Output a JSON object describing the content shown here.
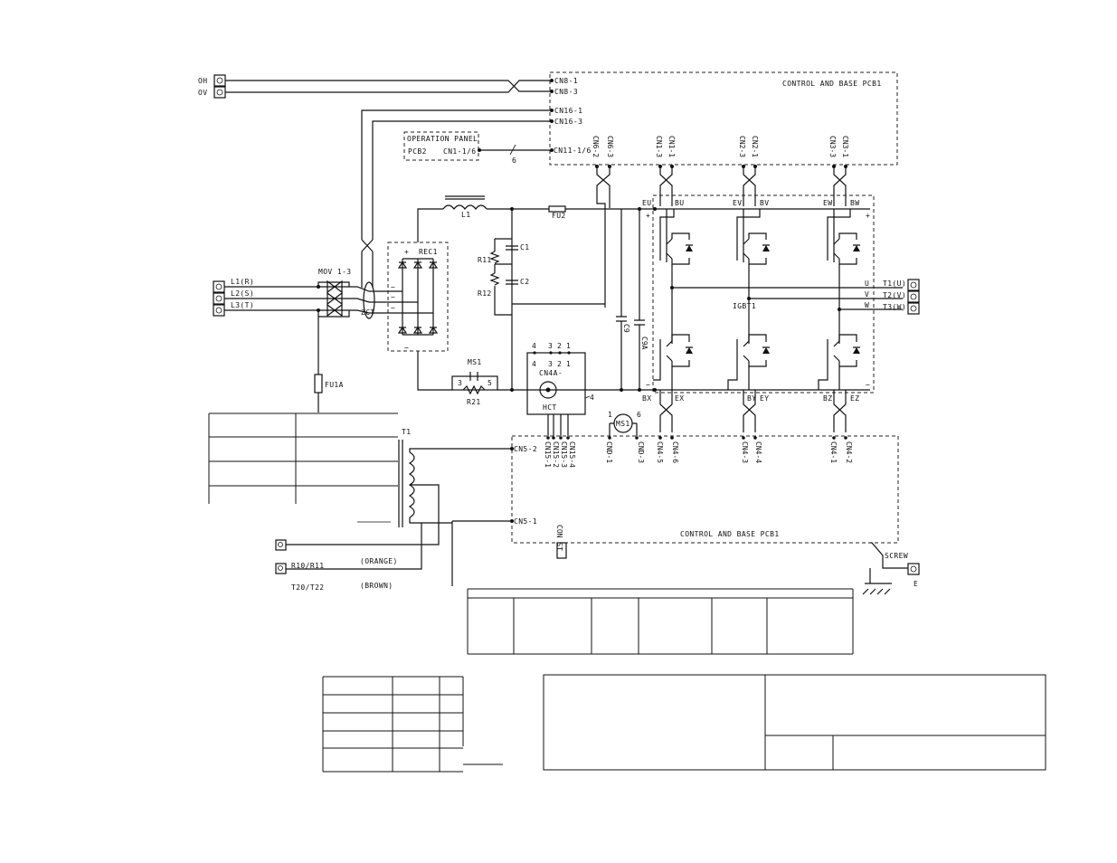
{
  "labels": {
    "oh": "OH",
    "ov": "OV",
    "pcb_top": "CONTROL AND BASE PCB1",
    "pcb_bottom": "CONTROL AND BASE PCB1",
    "cn8_1": "CN8-1",
    "cn8_3": "CN8-3",
    "cn16_1": "CN16-1",
    "cn16_3": "CN16-3",
    "op_panel": "OPERATION PANEL",
    "pcb2": "PCB2",
    "cn1_16": "CN1-1/6",
    "cn11_16": "CN11-1/6",
    "ribbon_count": "6",
    "cn6_2": "CN6-2",
    "cn6_3": "CN6-3",
    "cn1_3": "CN1-3",
    "cn1_1": "CN1-1",
    "cn2_3": "CN2-3",
    "cn2_1": "CN2-1",
    "cn3_3": "CN3-3",
    "cn3_1": "CN3-1",
    "l1_choke": "L1",
    "fu2": "FU2",
    "eu": "EU",
    "bu": "BU",
    "ev": "EV",
    "bv": "BV",
    "ew": "EW",
    "bw": "BW",
    "plus": "+",
    "minus": "−",
    "rec1": "REC1",
    "mov": "MOV 1-3",
    "zct": "ZCT",
    "l1r": "L1(R)",
    "l2s": "L2(S)",
    "l3t": "L3(T)",
    "c1": "C1",
    "c2": "C2",
    "r11": "R11",
    "r12": "R12",
    "c9": "C9",
    "c9a": "C9A",
    "ms1": "MS1",
    "ms1_coil": "MS1",
    "r21": "R21",
    "n3": "3",
    "n5": "5",
    "n4": "4",
    "n1": "1",
    "n6": "6",
    "n2": "2",
    "cn4a": "CN4A-",
    "hct": "HCT",
    "igbt1": "IGBT1",
    "t1u": "T1(U)",
    "t2v": "T2(V)",
    "t3w": "T3(W)",
    "u": "U",
    "v": "V",
    "w": "W",
    "bx": "BX",
    "ex": "EX",
    "by": "BY",
    "ey": "EY",
    "bz": "BZ",
    "ez": "EZ",
    "fu1a": "FU1A",
    "t1_transformer": "T1",
    "cn5_2": "CN5-2",
    "cn5_1": "CN5-1",
    "cn15_1": "CN15-1",
    "cn15_2": "CN15-2",
    "cn15_3": "CN15-3",
    "cn15_4": "CN15-4",
    "cnd_1": "CND-1",
    "cnd_3": "CND-3",
    "cn4_5": "CN4-5",
    "cn4_6": "CN4-6",
    "cn4_3": "CN4-3",
    "cn4_4": "CN4-4",
    "cn4_1": "CN4-1",
    "cn4_2": "CN4-2",
    "con_st": "CON ST",
    "screw": "SCREW",
    "e": "E",
    "r10_r11": "R10/R11",
    "orange": "(ORANGE)",
    "brown": "(BROWN)",
    "r20_r22": "T20/T22"
  }
}
